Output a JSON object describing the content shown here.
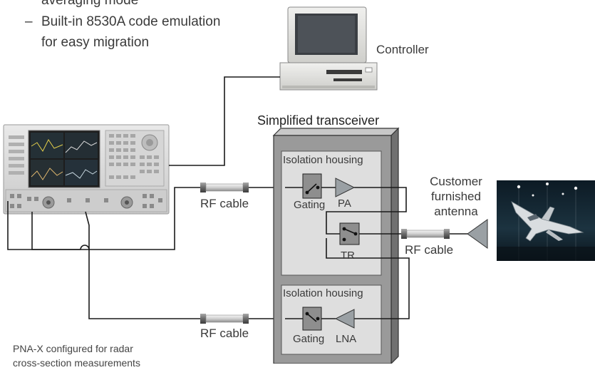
{
  "bullets": {
    "item1_partial": "averaging mode",
    "item2_line1": "Built-in 8530A code emulation",
    "item2_line2": "for easy migration",
    "dash": "–"
  },
  "labels": {
    "controller": "Controller",
    "transceiver_title": "Simplified transceiver",
    "isolation_top": "Isolation housing",
    "isolation_bottom": "Isolation housing",
    "gating_top": "Gating",
    "pa": "PA",
    "tr": "TR",
    "gating_bottom": "Gating",
    "lna": "LNA",
    "rf_cable_upper": "RF cable",
    "rf_cable_right": "RF cable",
    "rf_cable_lower": "RF cable",
    "antenna_line1": "Customer",
    "antenna_line2": "furnished",
    "antenna_line3": "antenna"
  },
  "caption": {
    "line1": "PNA-X configured for radar",
    "line2": "cross-section measurements"
  },
  "colors": {
    "line": "#1a1a1a",
    "housing_fill": "#dcdcdc",
    "transceiver_fill": "#9a9a9a",
    "switch_fill": "#8e8e8e",
    "amp_fill": "#9aa0a4"
  }
}
